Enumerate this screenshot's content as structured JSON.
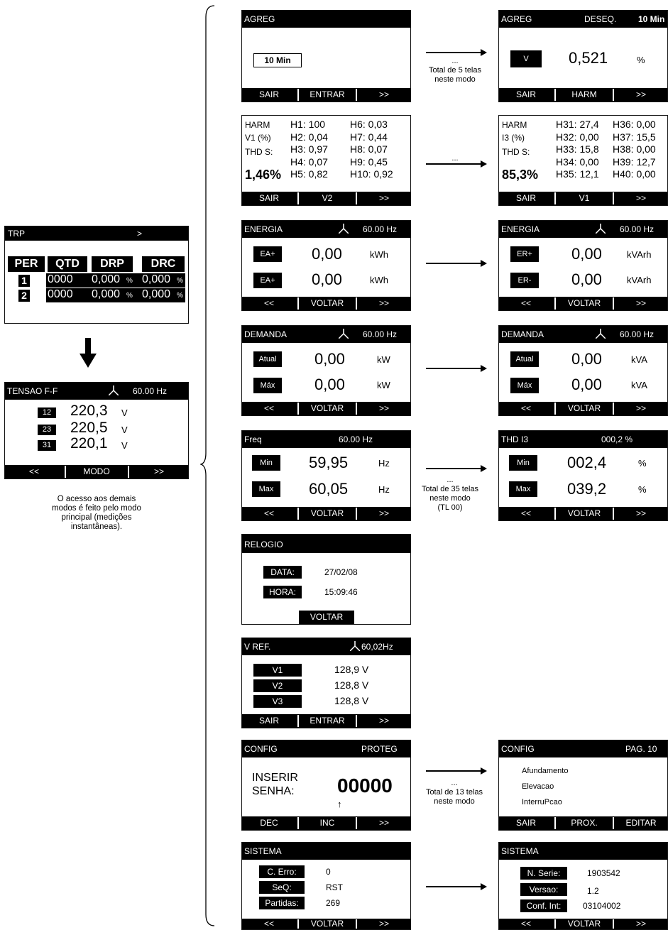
{
  "trp": {
    "title": "TRP",
    "nav": ">",
    "headers": [
      "PER",
      "QTD",
      "DRP",
      "DRC"
    ],
    "rows": [
      {
        "per": "1",
        "qtd": "0000",
        "drp": "0,000",
        "drc": "0,000"
      },
      {
        "per": "2",
        "qtd": "0000",
        "drp": "0,000",
        "drc": "0,000"
      }
    ],
    "pct": "%"
  },
  "tensao": {
    "title": "TENSAO F-F",
    "freq": "60.00  Hz",
    "rows": [
      {
        "label": "12",
        "value": "220,3",
        "unit": "V"
      },
      {
        "label": "23",
        "value": "220,5",
        "unit": "V"
      },
      {
        "label": "31",
        "value": "220,1",
        "unit": "V"
      }
    ],
    "footer": [
      "<<",
      "MODO",
      ">>"
    ]
  },
  "access_note": [
    "O acesso aos demais",
    "modos é feito pelo modo",
    "principal (medições",
    "instantâneas)."
  ],
  "agreg_left": {
    "title": "AGREG",
    "box": "10 Min",
    "footer": [
      "SAIR",
      "ENTRAR",
      ">>"
    ]
  },
  "agreg_note": [
    "...",
    "Total de  5  telas",
    "neste modo"
  ],
  "agreg_right": {
    "title": "AGREG",
    "mid": "DESEQ.",
    "right": "10 Min",
    "label": "V",
    "value": "0,521",
    "unit": "%",
    "footer": [
      "SAIR",
      "HARM",
      ">>"
    ]
  },
  "harm_left": {
    "left": [
      "HARM",
      "V1 (%)",
      "THD S:"
    ],
    "big": "1,46%",
    "col1": [
      "H1:  100",
      "H2: 0,04",
      "H3: 0,97",
      "H4: 0,07",
      "H5: 0,82"
    ],
    "col2": [
      "H6:   0,03",
      "H7:   0,44",
      "H8:   0,07",
      "H9:   0,45",
      "H10: 0,92"
    ],
    "footer": [
      "SAIR",
      "V2",
      ">>"
    ]
  },
  "harm_note": "...",
  "harm_right": {
    "left": [
      "HARM",
      "I3 (%)",
      "THD S:"
    ],
    "big": "85,3%",
    "col1": [
      "H31: 27,4",
      "H32: 0,00",
      "H33: 15,8",
      "H34: 0,00",
      "H35: 12,1"
    ],
    "col2": [
      "H36: 0,00",
      "H37: 15,5",
      "H38: 0,00",
      "H39: 12,7",
      "H40: 0,00"
    ],
    "footer": [
      "SAIR",
      "V1",
      ">>"
    ]
  },
  "energia_left": {
    "title": "ENERGIA",
    "freq": "60.00  Hz",
    "rows": [
      {
        "label": "EA+",
        "value": "0,00",
        "unit": "kWh"
      },
      {
        "label": "EA+",
        "value": "0,00",
        "unit": "kWh"
      }
    ],
    "footer": [
      "<<",
      "VOLTAR",
      ">>"
    ]
  },
  "energia_right": {
    "title": "ENERGIA",
    "freq": "60.00  Hz",
    "rows": [
      {
        "label": "ER+",
        "value": "0,00",
        "unit": "kVArh"
      },
      {
        "label": "ER-",
        "value": "0,00",
        "unit": "kVArh"
      }
    ],
    "footer": [
      "<<",
      "VOLTAR",
      ">>"
    ]
  },
  "demanda_left": {
    "title": "DEMANDA",
    "freq": "60.00  Hz",
    "rows": [
      {
        "label": "Atual",
        "value": "0,00",
        "unit": "kW"
      },
      {
        "label": "Máx",
        "value": "0,00",
        "unit": "kW"
      }
    ],
    "footer": [
      "<<",
      "VOLTAR",
      ">>"
    ]
  },
  "demanda_right": {
    "title": "DEMANDA",
    "freq": "60.00  Hz",
    "rows": [
      {
        "label": "Atual",
        "value": "0,00",
        "unit": "kVA"
      },
      {
        "label": "Máx",
        "value": "0,00",
        "unit": "kVA"
      }
    ],
    "footer": [
      "<<",
      "VOLTAR",
      ">>"
    ]
  },
  "freq_left": {
    "title": "Freq",
    "freq": "60.00  Hz",
    "rows": [
      {
        "label": "Min",
        "value": "59,95",
        "unit": "Hz"
      },
      {
        "label": "Max",
        "value": "60,05",
        "unit": "Hz"
      }
    ],
    "footer": [
      "<<",
      "VOLTAR",
      ">>"
    ]
  },
  "freq_note": [
    "...",
    "Total de 35 telas",
    "neste modo",
    "(TL 00)"
  ],
  "thd_right": {
    "title": "THD I3",
    "mid": "000,2 %",
    "rows": [
      {
        "label": "Min",
        "value": "002,4",
        "unit": "%"
      },
      {
        "label": "Max",
        "value": "039,2",
        "unit": "%"
      }
    ],
    "footer": [
      "<<",
      "VOLTAR",
      ">>"
    ]
  },
  "relogio": {
    "title": "RELOGIO",
    "rows": [
      {
        "label": "DATA:",
        "value": "27/02/08"
      },
      {
        "label": "HORA:",
        "value": "15:09:46"
      }
    ],
    "button": "VOLTAR"
  },
  "vref": {
    "title": "V REF.",
    "freq": "60,02Hz",
    "rows": [
      {
        "label": "V1",
        "value": "128,9 V"
      },
      {
        "label": "V2",
        "value": "128,8 V"
      },
      {
        "label": "V3",
        "value": "128,8 V"
      }
    ],
    "footer": [
      "SAIR",
      "ENTRAR",
      ">>"
    ]
  },
  "config_left": {
    "title": "CONFIG",
    "right": "PROTEG",
    "text": [
      "INSERIR",
      "SENHA:"
    ],
    "code": "00000",
    "cursor": "↑",
    "footer": [
      "DEC",
      "INC",
      ">>"
    ]
  },
  "config_note": [
    "...",
    "Total de 13 telas",
    "neste modo"
  ],
  "config_right": {
    "title": "CONFIG",
    "right": "PAG. 10",
    "items": [
      "Afundamento",
      "Elevacao",
      "InterruPcao"
    ],
    "footer": [
      "SAIR",
      "PROX.",
      "EDITAR"
    ]
  },
  "sistema_left": {
    "title": "SISTEMA",
    "rows": [
      {
        "label": "C. Erro:",
        "value": "0"
      },
      {
        "label": "SeQ:",
        "value": "RST"
      },
      {
        "label": "Partidas:",
        "value": "269"
      }
    ],
    "footer": [
      "<<",
      "VOLTAR",
      ">>"
    ]
  },
  "sistema_right": {
    "title": "SISTEMA",
    "rows": [
      {
        "label": "N. Serie:",
        "value": "1903542"
      },
      {
        "label": "Versao:",
        "value": "1.2"
      },
      {
        "label": "Conf. Int:",
        "value": "03104002"
      }
    ],
    "footer": [
      "<<",
      "VOLTAR",
      ">>"
    ]
  }
}
